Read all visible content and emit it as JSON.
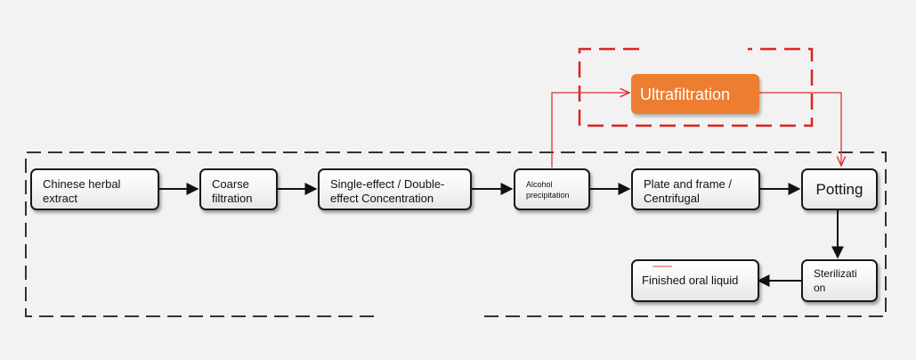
{
  "nodes": {
    "herbal_extract": "Chinese herbal extract",
    "coarse_filtration": "Coarse filtration",
    "concentration": "Single-effect / Double-effect Concentration",
    "alcohol_precipitation": "Alcohol precipitation",
    "plate_frame": "Plate and frame / Centrifugal",
    "potting": "Potting",
    "sterilization": "Sterilizati on",
    "finished": "Finished oral liquid",
    "ultrafiltration": "Ultrafiltration"
  },
  "colors": {
    "process_border": "#1a1a1a",
    "bypass_line": "#e03030",
    "ultrafiltration_fill": "#ed7d31",
    "ultrafiltration_frame": "#e02020",
    "main_frame": "#333333"
  }
}
